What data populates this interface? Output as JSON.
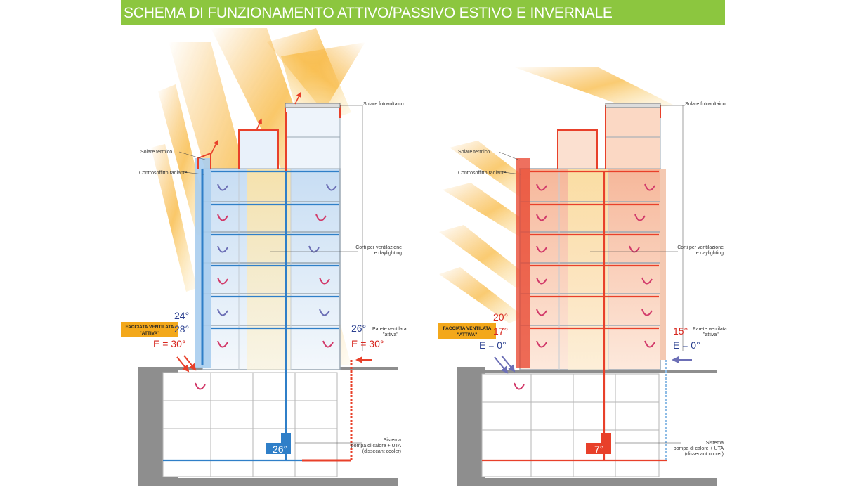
{
  "header": {
    "title": "SCHEMA DI FUNZIONAMENTO ATTIVO/PASSIVO ESTIVO E INVERNALE"
  },
  "colors": {
    "title_bar": "#8cc63f",
    "summer_blue": "#2f7fc8",
    "summer_fill": "#bfd9f2",
    "winter_red": "#e8402a",
    "winter_fill": "#f6b79a",
    "sun": "#f6a623",
    "badge": "#f3a81b",
    "temp_blue": "#2a3f8f",
    "temp_red": "#d7261e"
  },
  "summer": {
    "labels": {
      "solar_pv": "Solare fotovoltaico",
      "solar_thermal": "Solare termico",
      "radiant_ceiling": "Controsoffitto radiante",
      "courts_line1": "Corti per ventilazione",
      "courts_line2": "e daylighting",
      "wall_line1": "Parete ventilata",
      "wall_line2": "\"attiva\"",
      "system_line1": "Sistema",
      "system_line2": "pompa di calore + UTA",
      "system_line3": "(dissecant cooler)"
    },
    "badge": {
      "line1": "FACCIATA VENTILATA",
      "line2": "\"ATTIVA\""
    },
    "temps": {
      "t1": "24°",
      "t2": "28°",
      "ext_left": "E = 30°",
      "wall": "26°",
      "ext_right": "E = 30°",
      "plant": "26°"
    }
  },
  "winter": {
    "labels": {
      "solar_pv": "Solare fotovoltaico",
      "solar_thermal": "Solare termico",
      "radiant_ceiling": "Controsoffitto radiante",
      "courts_line1": "Corti per ventilazione",
      "courts_line2": "e daylighting",
      "wall_line1": "Parete ventilata",
      "wall_line2": "\"attiva\"",
      "system_line1": "Sistema",
      "system_line2": "pompa di calore + UTA",
      "system_line3": "(dissecant cooler)"
    },
    "badge": {
      "line1": "FACCIATA VENTILATA",
      "line2": "\"ATTIVA\""
    },
    "temps": {
      "t1": "20°",
      "t2": "17°",
      "ext_left": "E = 0°",
      "wall": "15°",
      "ext_right": "E = 0°",
      "plant": "7°"
    }
  }
}
